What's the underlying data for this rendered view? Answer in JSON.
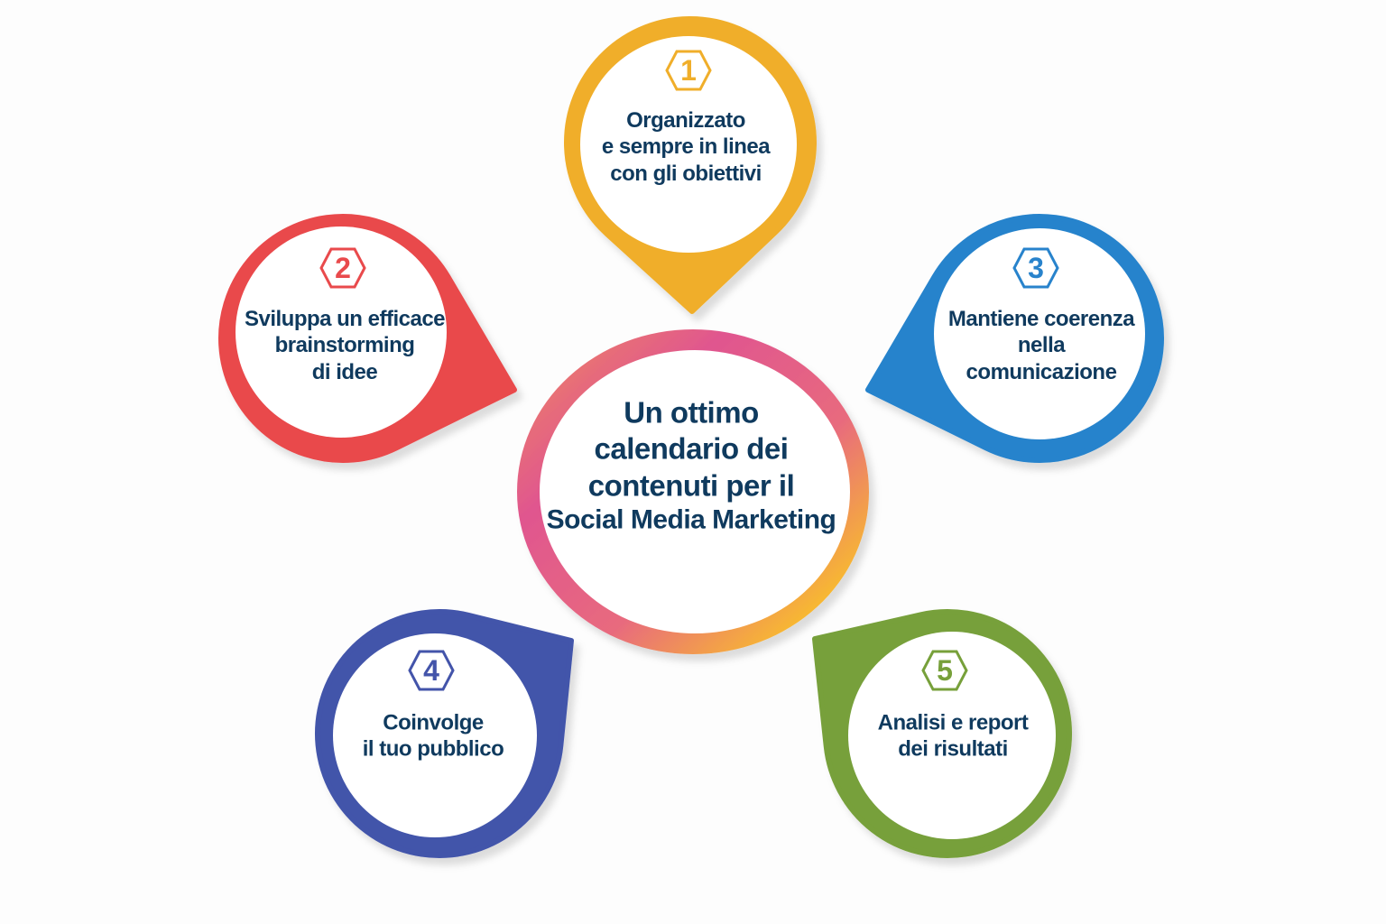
{
  "center": {
    "lines": [
      "Un ottimo",
      "calendario dei",
      "contenuti per il",
      "Social Media Marketing"
    ]
  },
  "items": [
    {
      "number": "1",
      "color": "#F0AE2A",
      "lines": [
        "Organizzato",
        "e sempre in linea",
        "con gli obiettivi"
      ]
    },
    {
      "number": "2",
      "color": "#E94A4C",
      "lines": [
        "Sviluppa un efficace",
        "brainstorming",
        "di idee"
      ]
    },
    {
      "number": "3",
      "color": "#2883CC",
      "lines": [
        "Mantiene coerenza",
        "nella",
        "comunicazione"
      ]
    },
    {
      "number": "4",
      "color": "#4354AA",
      "lines": [
        "Coinvolge",
        "il tuo pubblico"
      ]
    },
    {
      "number": "5",
      "color": "#77A03A",
      "lines": [
        "Analisi e report",
        "dei risultati"
      ]
    }
  ],
  "center_ring_colors": [
    "#E0568F",
    "#F08A5D",
    "#F7B733"
  ]
}
